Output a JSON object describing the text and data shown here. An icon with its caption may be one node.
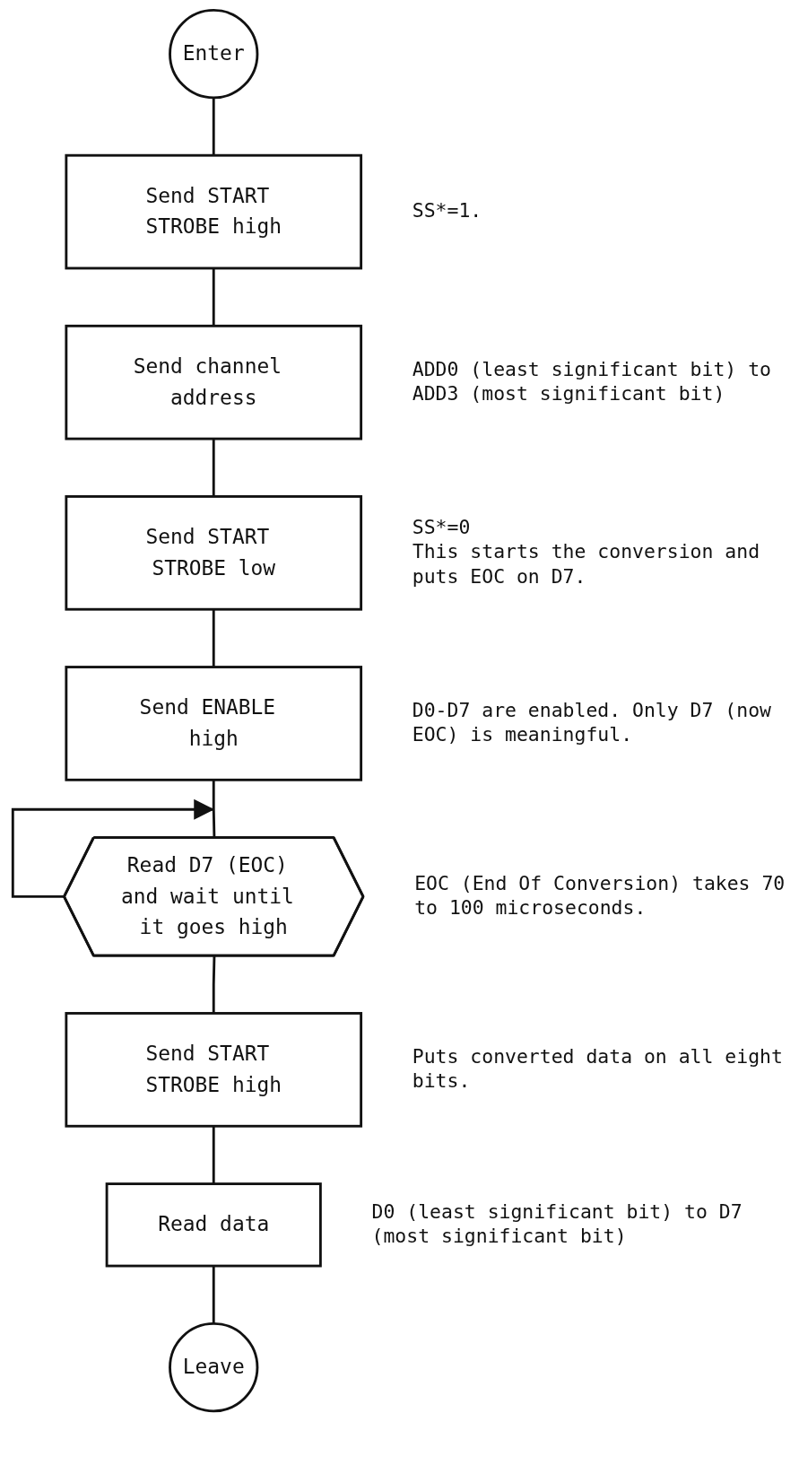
{
  "diagram": {
    "nodes": [
      {
        "text": [
          "Enter"
        ]
      },
      {
        "text": [
          "Send START STROBE high"
        ],
        "beside": [
          "SS*=1."
        ]
      },
      {
        "text": [
          "Send channel address"
        ],
        "beside": [
          "ADD0 (least significant bit) to ADD3 (most significant bit)"
        ]
      },
      {
        "text": [
          "Send START STROBE low"
        ],
        "beside": [
          "SS*=0",
          "This starts the conversion and puts EOC on D7."
        ]
      },
      {
        "text": [
          "Send ENABLE high"
        ],
        "beside": [
          "D0-D7 are enabled. Only D7 (now EOC) is meaningful."
        ]
      },
      {
        "text": [
          "Read D7 (EOC) and wait until it goes high"
        ],
        "beside": [
          "EOC (End Of Conversion) takes 70 to 100 microseconds."
        ]
      },
      {
        "text": [
          "Send START STROBE high"
        ],
        "beside": [
          "Puts converted data on all eight bits."
        ]
      },
      {
        "text": [
          "Read data"
        ],
        "beside": [
          "D0 (least significant bit) to D7 (most significant bit)"
        ]
      },
      {
        "text": [
          "Leave"
        ]
      }
    ],
    "edges": [
      {
        "from": 0,
        "to": 1,
        "arrow": "none"
      },
      {
        "from": 1,
        "to": 2,
        "arrow": "none"
      },
      {
        "from": 2,
        "to": 3,
        "arrow": "none"
      },
      {
        "from": 3,
        "to": 4,
        "arrow": "none"
      },
      {
        "from": 4,
        "to": 5,
        "arrow": "none"
      },
      {
        "from": 5,
        "to": 5,
        "arrow": "to"
      },
      {
        "from": 5,
        "to": 6,
        "arrow": "none"
      },
      {
        "from": 6,
        "to": 7,
        "arrow": "none"
      },
      {
        "from": 7,
        "to": 8,
        "arrow": "none"
      }
    ]
  }
}
